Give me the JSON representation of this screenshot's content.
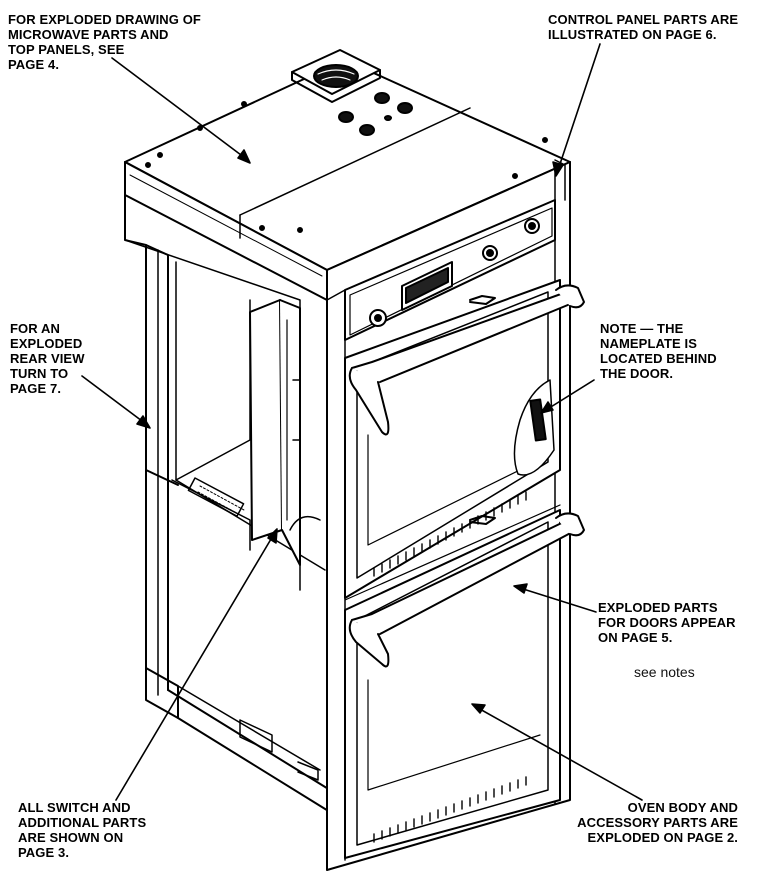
{
  "callouts": {
    "top_left": [
      "FOR EXPLODED DRAWING OF",
      "MICROWAVE PARTS AND",
      "TOP PANELS, SEE",
      "PAGE 4."
    ],
    "top_right": [
      "CONTROL PANEL PARTS ARE",
      "ILLUSTRATED ON PAGE 6."
    ],
    "mid_left": [
      "FOR AN",
      "EXPLODED",
      "REAR VIEW",
      "TURN TO",
      "PAGE 7."
    ],
    "mid_right": [
      "NOTE — THE",
      "NAMEPLATE IS",
      "LOCATED BEHIND",
      "THE DOOR."
    ],
    "doors": [
      "EXPLODED PARTS",
      "FOR DOORS APPEAR",
      "ON PAGE 5."
    ],
    "see_notes": "see notes",
    "bottom_left": [
      "ALL SWITCH AND",
      "ADDITIONAL PARTS",
      "ARE SHOWN ON",
      "PAGE 3."
    ],
    "bottom_right": [
      "OVEN BODY AND",
      "ACCESSORY PARTS ARE",
      "EXPLODED ON PAGE 2."
    ]
  },
  "colors": {
    "ink": "#000000",
    "paper": "#ffffff"
  }
}
